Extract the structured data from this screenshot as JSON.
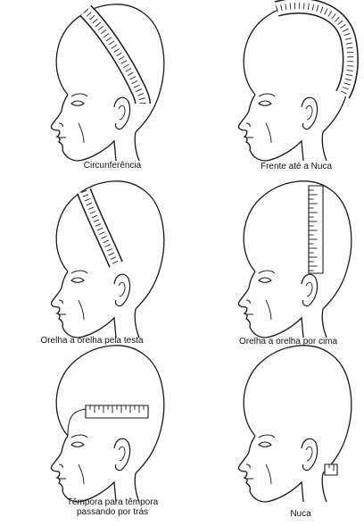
{
  "panels": [
    {
      "id": "circumference",
      "caption": "Circunferência",
      "tape": "circumference"
    },
    {
      "id": "front-to-nape",
      "caption": "Frente até a Nuca",
      "tape": "front-to-nape"
    },
    {
      "id": "ear-to-ear-forehead",
      "caption": "Orelha a orelha pela testa",
      "tape": "ear-to-ear-forehead"
    },
    {
      "id": "ear-to-ear-top",
      "caption": "Orelha a orelha por cima",
      "tape": "ear-to-ear-top"
    },
    {
      "id": "temple-to-temple",
      "caption": "Têmpora para têmpora\npassando por trás",
      "tape": "temple-to-temple"
    },
    {
      "id": "nape",
      "caption": "Nuca",
      "tape": "nape"
    }
  ],
  "colors": {
    "line": "#1a1a1a",
    "tape": "#ffffff",
    "background": "#ffffff"
  }
}
